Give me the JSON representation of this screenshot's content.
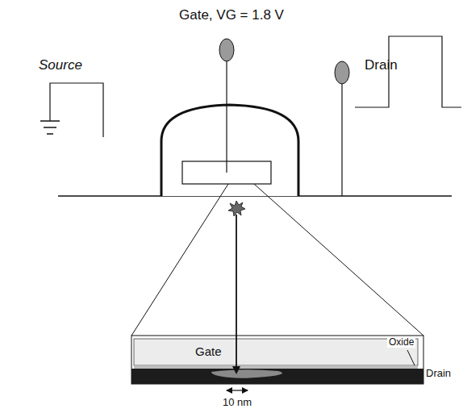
{
  "diagram": {
    "nodes": [
      {
        "text": [
          "Gate"
        ]
      }
    ],
    "labels": [
      "Gate, VG = 1.8 V",
      "Source",
      "Drain",
      "Oxide",
      "Drain",
      "10 nm"
    ]
  }
}
